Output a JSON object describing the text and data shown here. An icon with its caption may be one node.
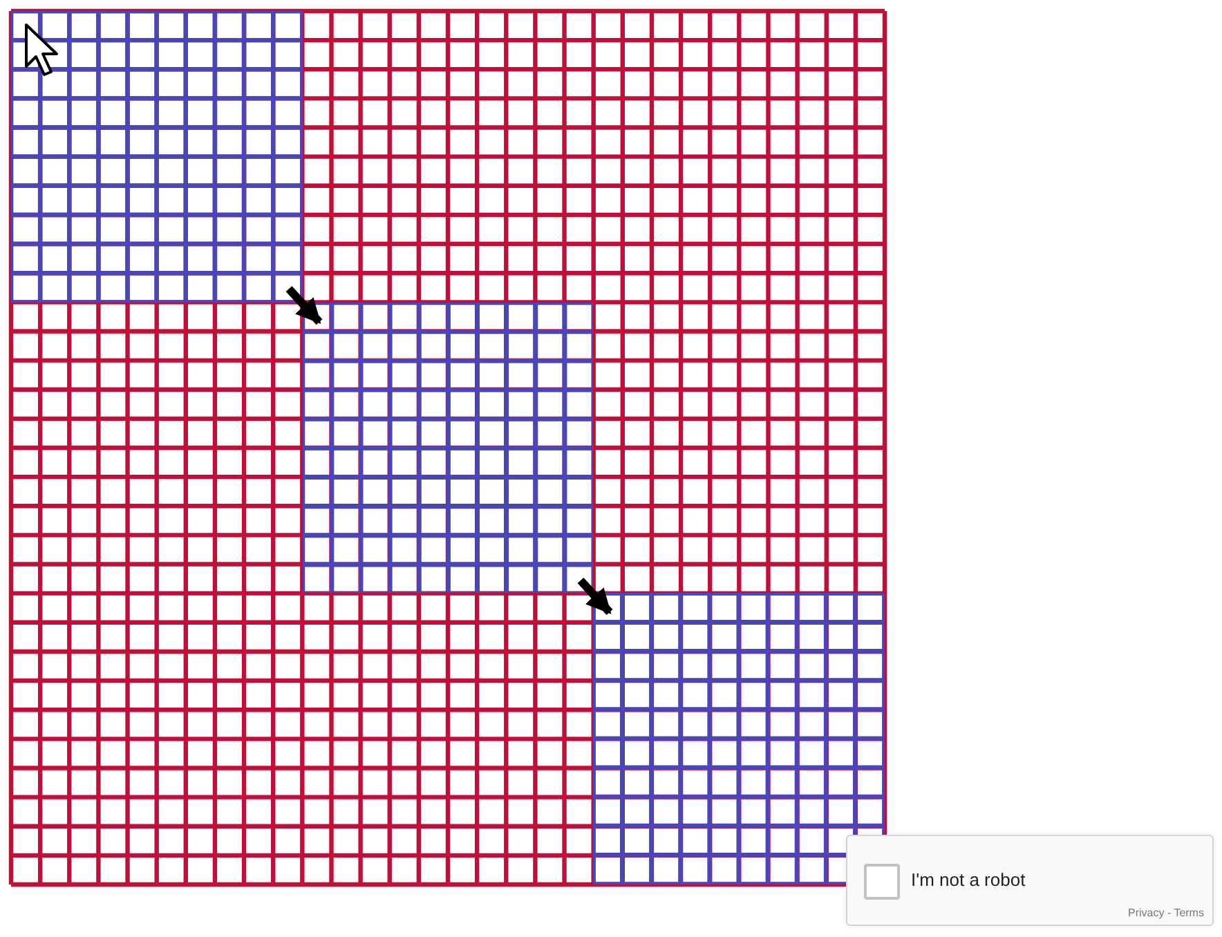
{
  "diagram": {
    "nodes": [
      {
        "text": [],
        "shape": "box"
      },
      {
        "text": [],
        "shape": "box"
      },
      {
        "text": [],
        "shape": "box"
      },
      {
        "text": [
          "I'm not a robot"
        ]
      }
    ],
    "edges": [
      {
        "from": 0,
        "to": 1,
        "arrow": "to"
      },
      {
        "from": 1,
        "to": 2,
        "arrow": "to"
      }
    ],
    "labels": [
      "Privacy - Terms"
    ]
  }
}
